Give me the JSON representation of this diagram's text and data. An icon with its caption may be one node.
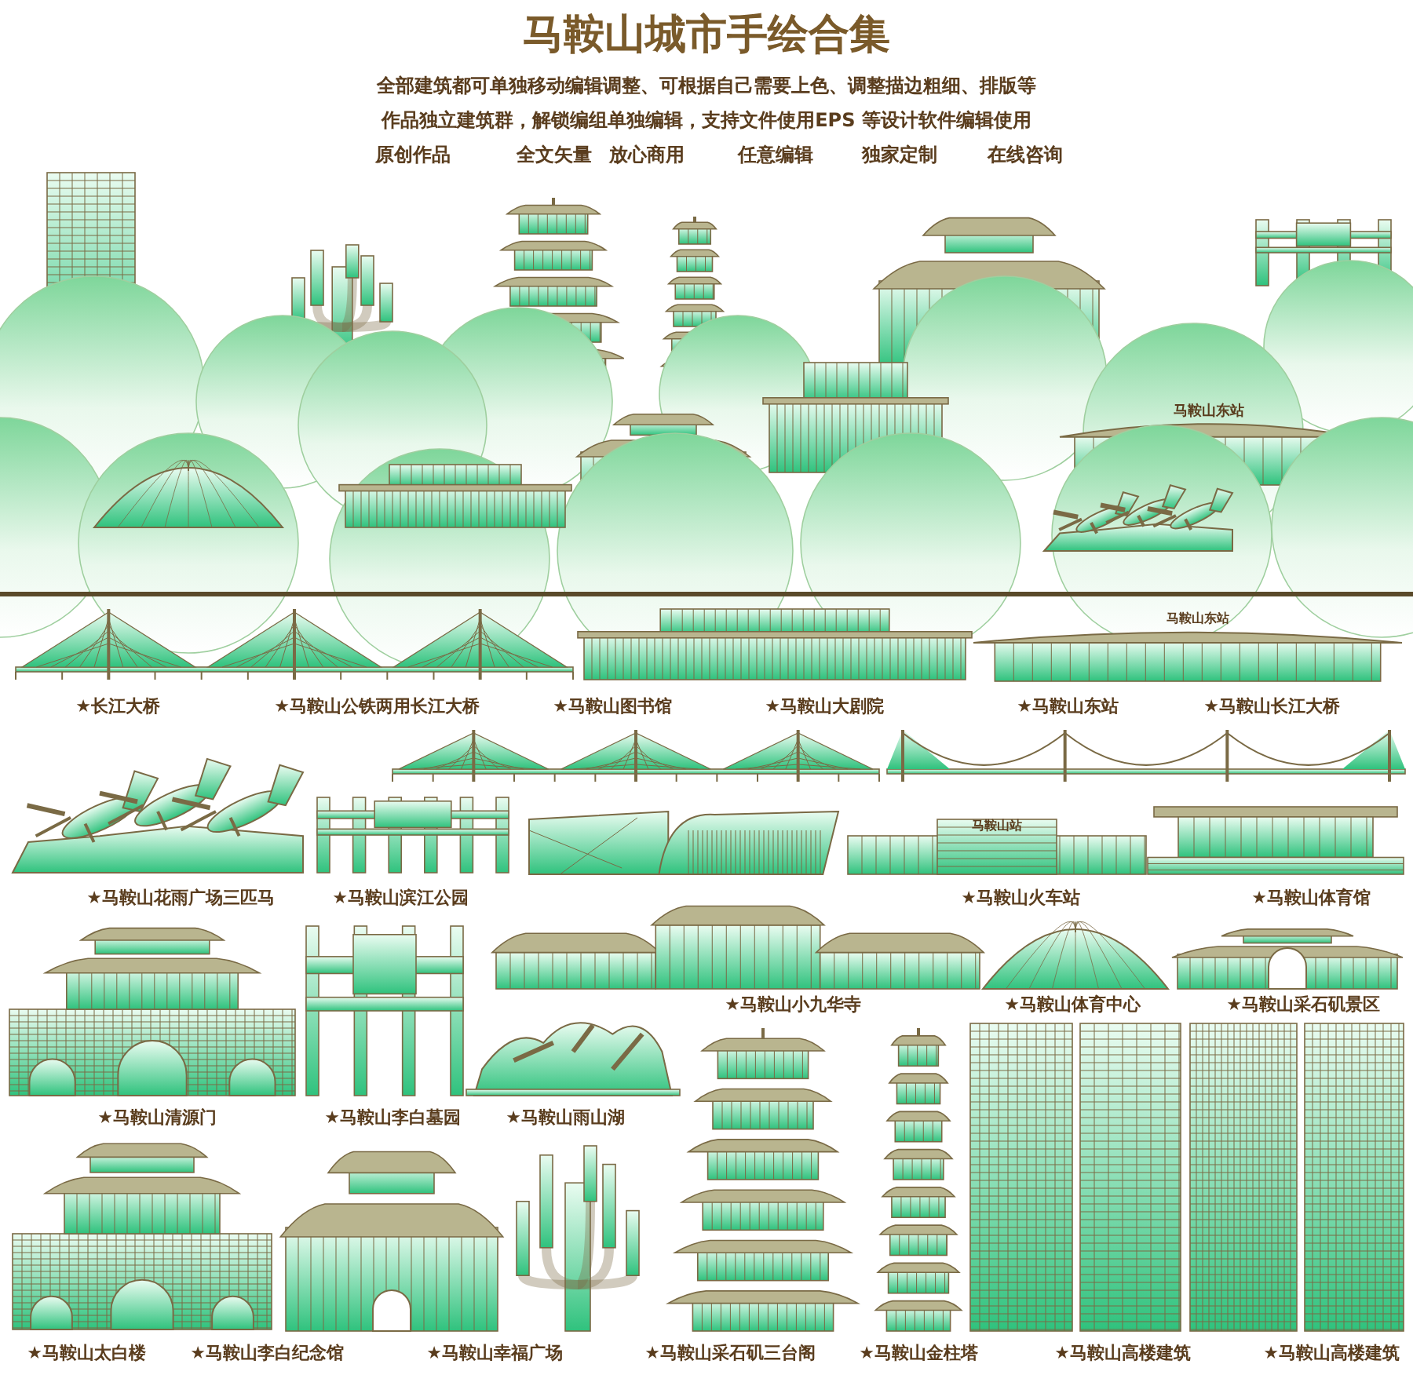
{
  "diagram": {
    "title": "马鞍山城市手绘合集",
    "labels": [
      "全部建筑都可单独移动编辑调整、可根据自己需要上色、调整描边粗细、排版等",
      "作品独立建筑群，解锁编组单独编辑，支持文件使用EPS 等设计软件编辑使用",
      "原创作品",
      "全文矢量",
      "放心商用",
      "任意编辑",
      "独家定制",
      "在线咨询",
      "马鞍山东站",
      "马鞍山东站",
      "★长江大桥",
      "★马鞍山公铁两用长江大桥",
      "★马鞍山图书馆",
      "★马鞍山大剧院",
      "★马鞍山东站",
      "★马鞍山长江大桥",
      "马鞍山站",
      "★马鞍山花雨广场三匹马",
      "★马鞍山滨江公园",
      "★马鞍山火车站",
      "★马鞍山体育馆",
      "★马鞍山小九华寺",
      "★马鞍山体育中心",
      "★马鞍山采石矶景区",
      "★马鞍山清源门",
      "★马鞍山李白墓园",
      "★马鞍山雨山湖",
      "★马鞍山太白楼",
      "★马鞍山李白纪念馆",
      "★马鞍山幸福广场",
      "★马鞍山采石矶三台阁",
      "★马鞍山金柱塔",
      "★马鞍山高楼建筑",
      "★马鞍山高楼建筑"
    ]
  }
}
